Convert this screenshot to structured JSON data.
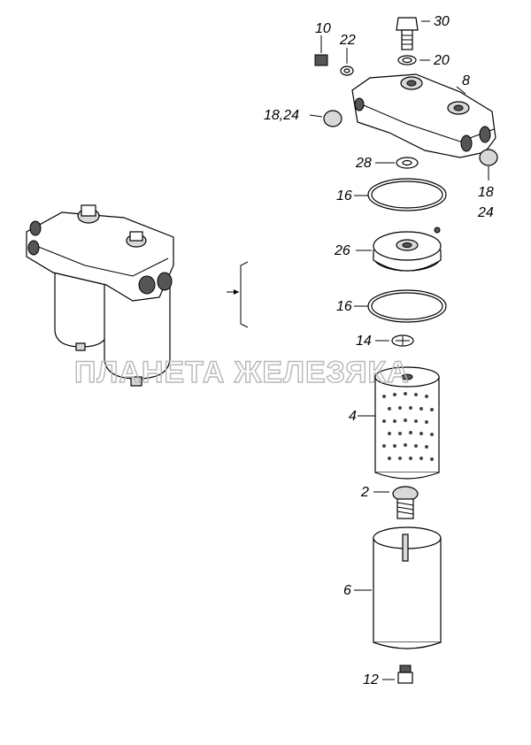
{
  "watermark": "ПЛАНЕТА ЖЕЛЕЗЯКА",
  "callouts": {
    "c30": "30",
    "c10": "10",
    "c22": "22",
    "c20": "20",
    "c8": "8",
    "c18_24a": "18,24",
    "c28": "28",
    "c18": "18",
    "c24": "24",
    "c16a": "16",
    "c26": "26",
    "c16b": "16",
    "c14": "14",
    "c4": "4",
    "c2": "2",
    "c6": "6",
    "c12": "12"
  }
}
